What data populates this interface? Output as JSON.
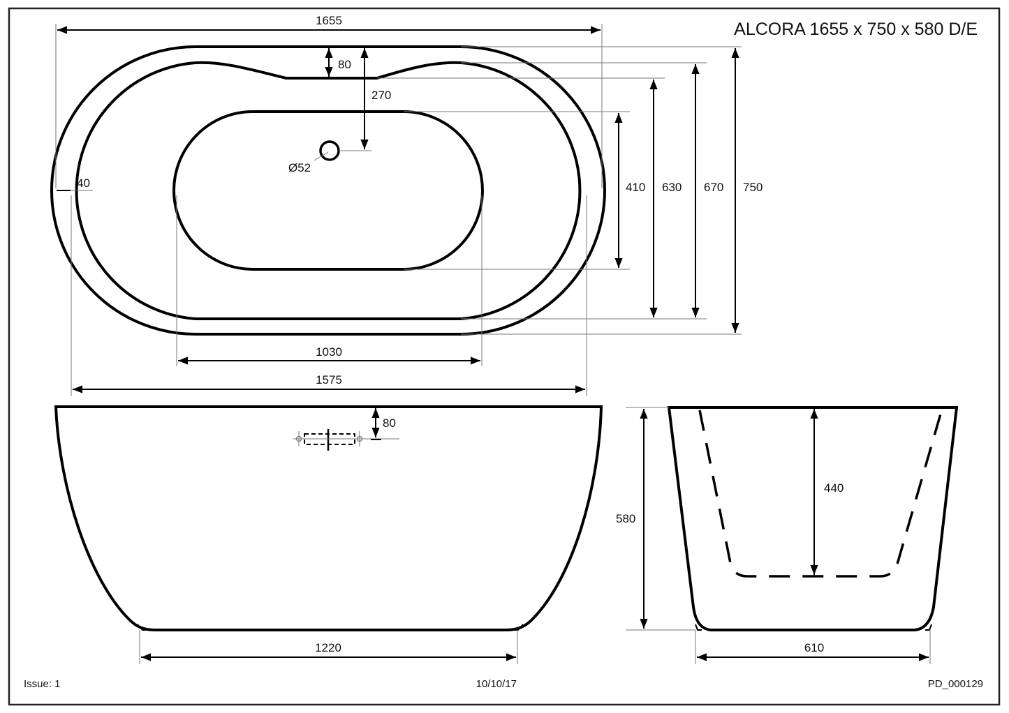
{
  "title": "ALCORA 1655 x 750 x 580 D/E",
  "footer": {
    "issue": "Issue: 1",
    "date": "10/10/17",
    "drawing_no": "PD_000129"
  },
  "plan_view": {
    "overall_length": "1655",
    "rim_width_top": "80",
    "waste_from_edge": "270",
    "waste_diameter": "Ø52",
    "rim_side_thickness": "40",
    "heights": [
      "410",
      "630",
      "670",
      "750"
    ],
    "inner_base_length": "1030",
    "inner_length": "1575"
  },
  "side_view": {
    "overflow_from_top": "80",
    "base_length": "1220"
  },
  "end_view": {
    "height": "580",
    "depth": "440",
    "base_width": "610"
  },
  "colors": {
    "line": "#000000",
    "extension_line": "#777777",
    "background": "#ffffff"
  }
}
